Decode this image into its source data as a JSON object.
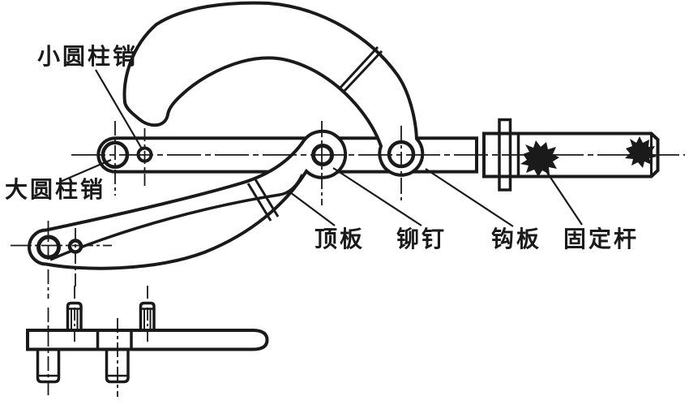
{
  "colors": {
    "line": "#1a1a1a",
    "background": "#ffffff"
  },
  "labels": {
    "small_pin": "小圆柱销",
    "large_pin": "大圆柱销",
    "top_plate": "顶板",
    "rivet": "铆钉",
    "hook_plate": "钩板",
    "fixed_rod": "固定杆"
  }
}
